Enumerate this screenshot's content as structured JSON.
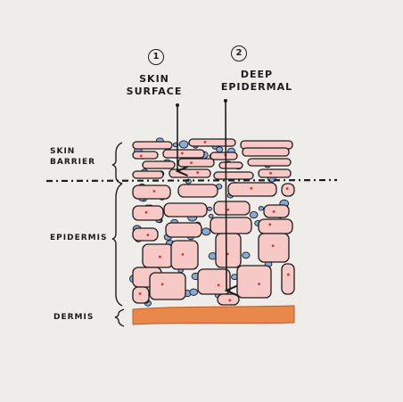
{
  "markers": [
    {
      "number": "1",
      "label_line1": "SKIN",
      "label_line2": "SURFACE"
    },
    {
      "number": "2",
      "label_line1": "DEEP",
      "label_line2": "EPIDERMAL"
    }
  ],
  "layers": {
    "barrier_line1": "SKIN",
    "barrier_line2": "BARRIER",
    "epidermis": "EPIDERMIS",
    "dermis": "DERMIS"
  },
  "colors": {
    "background": "#efede9",
    "cell_fill": "#f7c9c6",
    "granule": "#8aa9d6",
    "nucleus": "#d8342c",
    "dermis": "#e8884a",
    "ink": "#1c1c1c"
  }
}
